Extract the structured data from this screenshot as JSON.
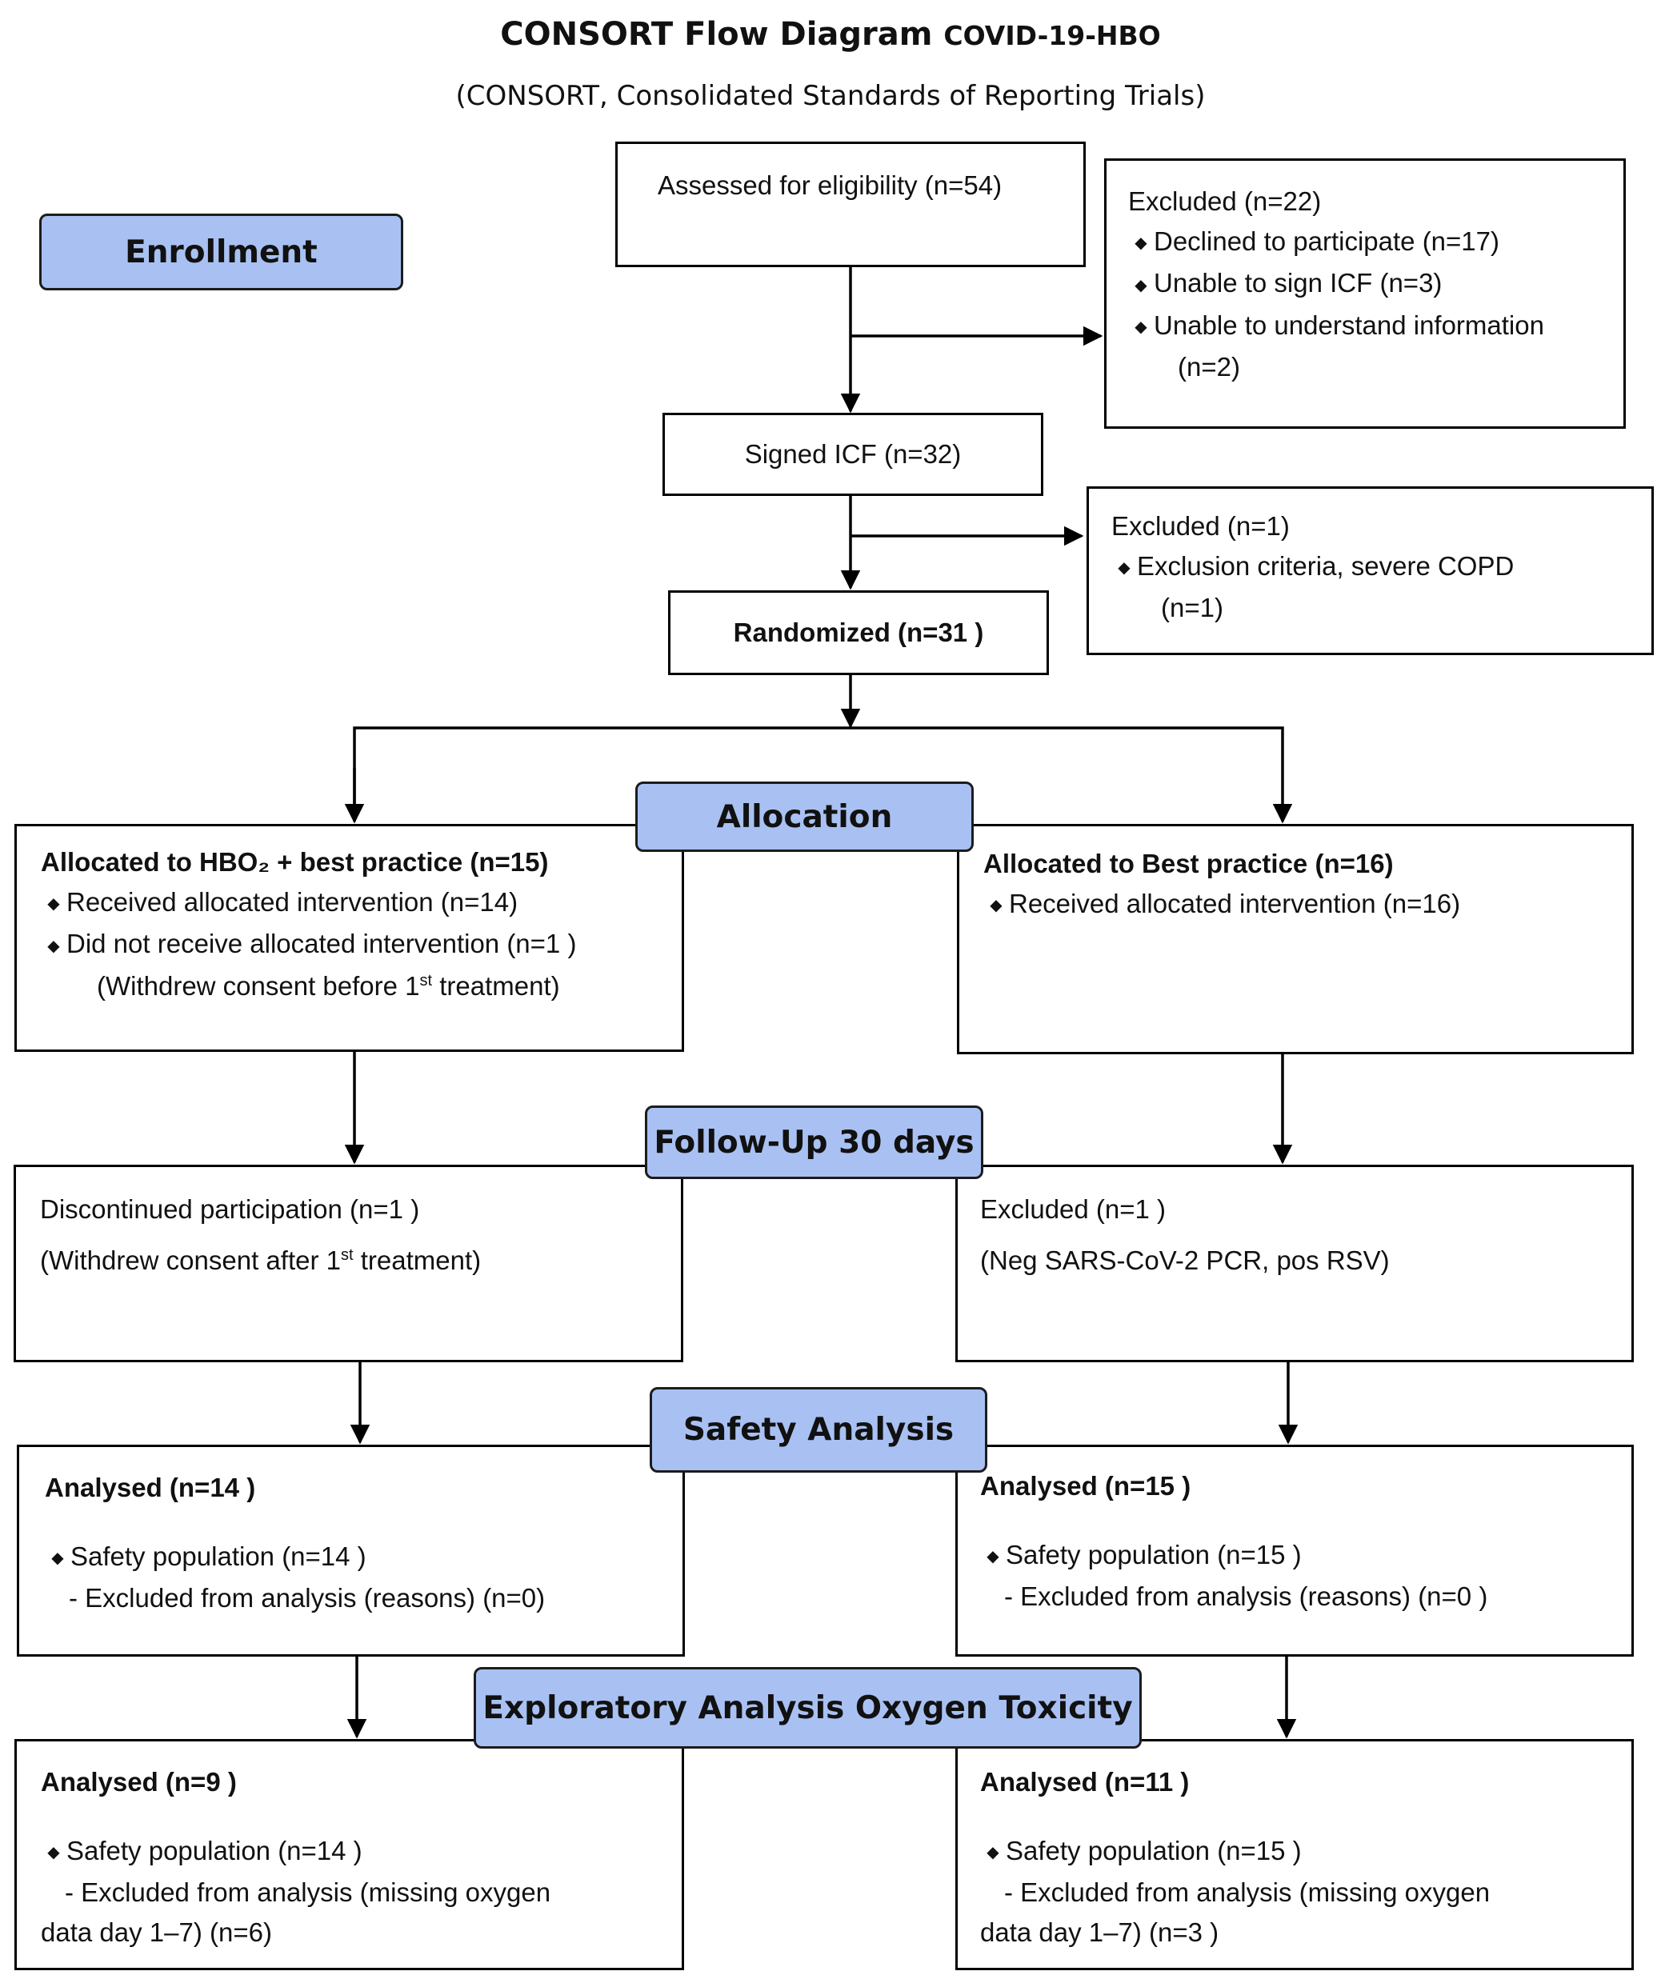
{
  "title": {
    "main": "CONSORT Flow Diagram",
    "suffix": "COVID-19-HBO"
  },
  "subtitle": "(CONSORT, Consolidated Standards of Reporting Trials)",
  "stages": {
    "enrollment": "Enrollment",
    "allocation": "Allocation",
    "follow_up": "Follow-Up 30 days",
    "safety": "Safety Analysis",
    "exploratory": "Exploratory Analysis Oxygen Toxicity"
  },
  "assessed": "Assessed for eligibility (n=54)",
  "excluded1": {
    "header": "Excluded (n=22)",
    "items": [
      "Declined to participate (n=17)",
      "Unable to sign ICF (n=3)",
      "Unable to understand information"
    ],
    "item3_cont": "(n=2)"
  },
  "signed": "Signed ICF (n=32)",
  "excluded2": {
    "header": "Excluded (n=1)",
    "item": "Exclusion criteria, severe COPD",
    "item_cont": "(n=1)"
  },
  "randomized": "Randomized (n=31 )",
  "alloc_left": {
    "title": "Allocated to HBO₂ + best practice (n=15)",
    "item1": "Received allocated intervention (n=14)",
    "item2": "Did not receive allocated intervention (n=1 )",
    "note_a": "(Withdrew consent before 1",
    "note_sup": "st",
    "note_b": " treatment)"
  },
  "alloc_right": {
    "title": "Allocated to Best practice (n=16)",
    "item1": "Received allocated intervention (n=16)"
  },
  "follow_left": {
    "line1": "Discontinued participation (n=1 )",
    "line2_a": "(Withdrew consent after 1",
    "line2_sup": "st",
    "line2_b": " treatment)"
  },
  "follow_right": {
    "line1": "Excluded (n=1 )",
    "line2": "(Neg SARS-CoV-2 PCR, pos RSV)"
  },
  "safety_left": {
    "title": "Analysed (n=14 )",
    "item": "Safety population (n=14 )",
    "sub": "- Excluded from analysis (reasons) (n=0)"
  },
  "safety_right": {
    "title": "Analysed (n=15 )",
    "item": "Safety population (n=15  )",
    "sub": "- Excluded from analysis (reasons)  (n=0 )"
  },
  "explor_left": {
    "title": "Analysed (n=9 )",
    "item": "Safety population (n=14 )",
    "sub1": "- Excluded from analysis (missing oxygen",
    "sub2": "data day 1–7) (n=6)"
  },
  "explor_right": {
    "title": "Analysed (n=11 )",
    "item": "Safety population (n=15  )",
    "sub1": "- Excluded from analysis (missing oxygen",
    "sub2": "data day 1–7)  (n=3 )"
  }
}
